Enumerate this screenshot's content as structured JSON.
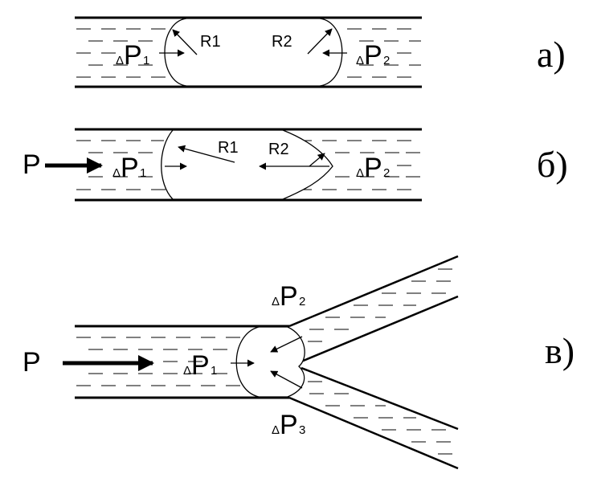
{
  "panels": {
    "a": {
      "tag": "а)",
      "left_delta": "Δ",
      "left_p": "P",
      "left_sub": "1",
      "right_delta": "Δ",
      "right_p": "P",
      "right_sub": "2",
      "r1": "R1",
      "r2": "R2"
    },
    "b": {
      "tag": "б)",
      "force": "P",
      "left_delta": "Δ",
      "left_p": "P",
      "left_sub": "1",
      "right_delta": "Δ",
      "right_p": "P",
      "right_sub": "2",
      "r1": "R1",
      "r2": "R2"
    },
    "c": {
      "tag": "в)",
      "force": "P",
      "left_delta": "Δ",
      "left_p": "P",
      "left_sub": "1",
      "top_delta": "Δ",
      "top_p": "P",
      "top_sub": "2",
      "bot_delta": "Δ",
      "bot_p": "P",
      "bot_sub": "3"
    }
  }
}
